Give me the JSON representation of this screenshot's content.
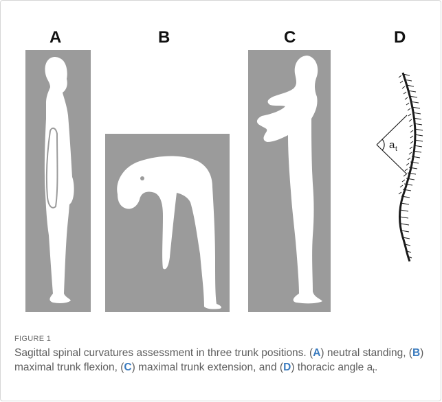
{
  "figure": {
    "panels": [
      {
        "letter": "A"
      },
      {
        "letter": "B"
      },
      {
        "letter": "C"
      },
      {
        "letter": "D"
      }
    ],
    "angle_label": {
      "main": "a",
      "sub": "t"
    },
    "label": "FIGURE 1",
    "caption": {
      "intro": "Sagittal spinal curvatures assessment in three trunk positions. (",
      "a": "A",
      "a_text": ") neutral standing, (",
      "b": "B",
      "b_text": ") maximal trunk flexion, (",
      "c": "C",
      "c_text": ") maximal trunk extension, and (",
      "d": "D",
      "d_text": ") thoracic angle a",
      "sub": "t",
      "end": "."
    }
  }
}
